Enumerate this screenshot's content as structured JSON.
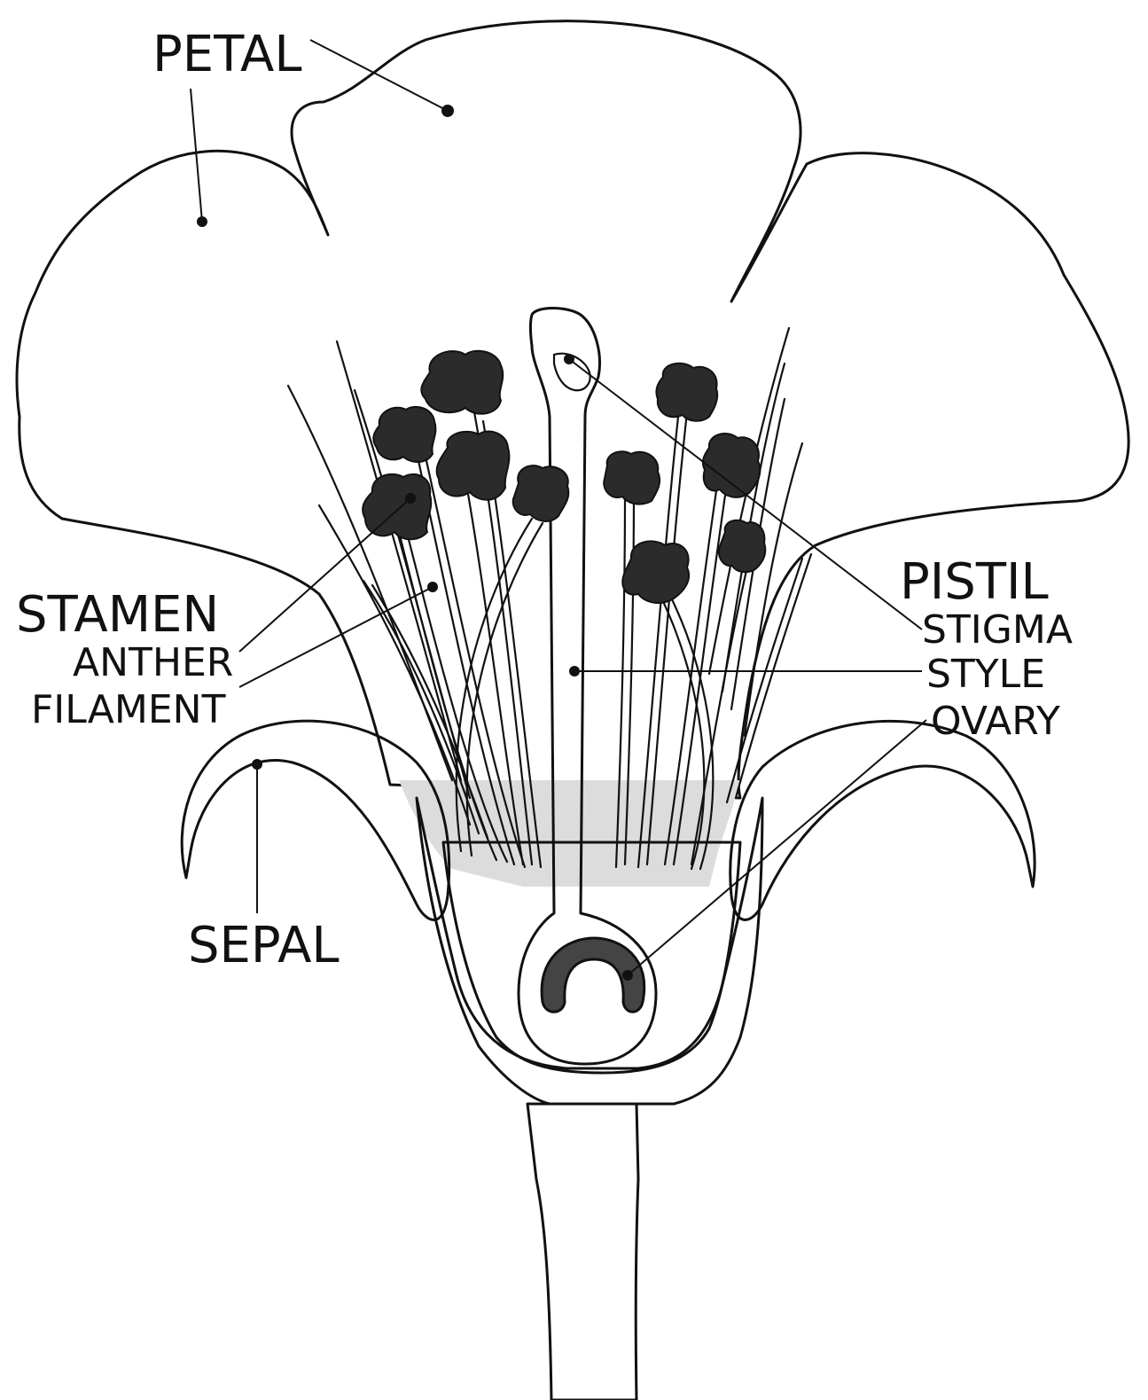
{
  "labels": {
    "petal": "PETAL",
    "stamen": "STAMEN",
    "anther": "ANTHER",
    "filament": "FILAMENT",
    "sepal": "SEPAL",
    "pistil": "PISTIL",
    "stigma": "STIGMA",
    "style": "STYLE",
    "ovary": "OVARY"
  },
  "colors": {
    "petal_fill": "#e9e9e9",
    "inner_fill": "#d2d2d2",
    "sepal_fill": "#3f3f3f",
    "stem_fill": "#2e2e2e",
    "anther_fill": "#2b2b2b",
    "outline": "#111111"
  }
}
